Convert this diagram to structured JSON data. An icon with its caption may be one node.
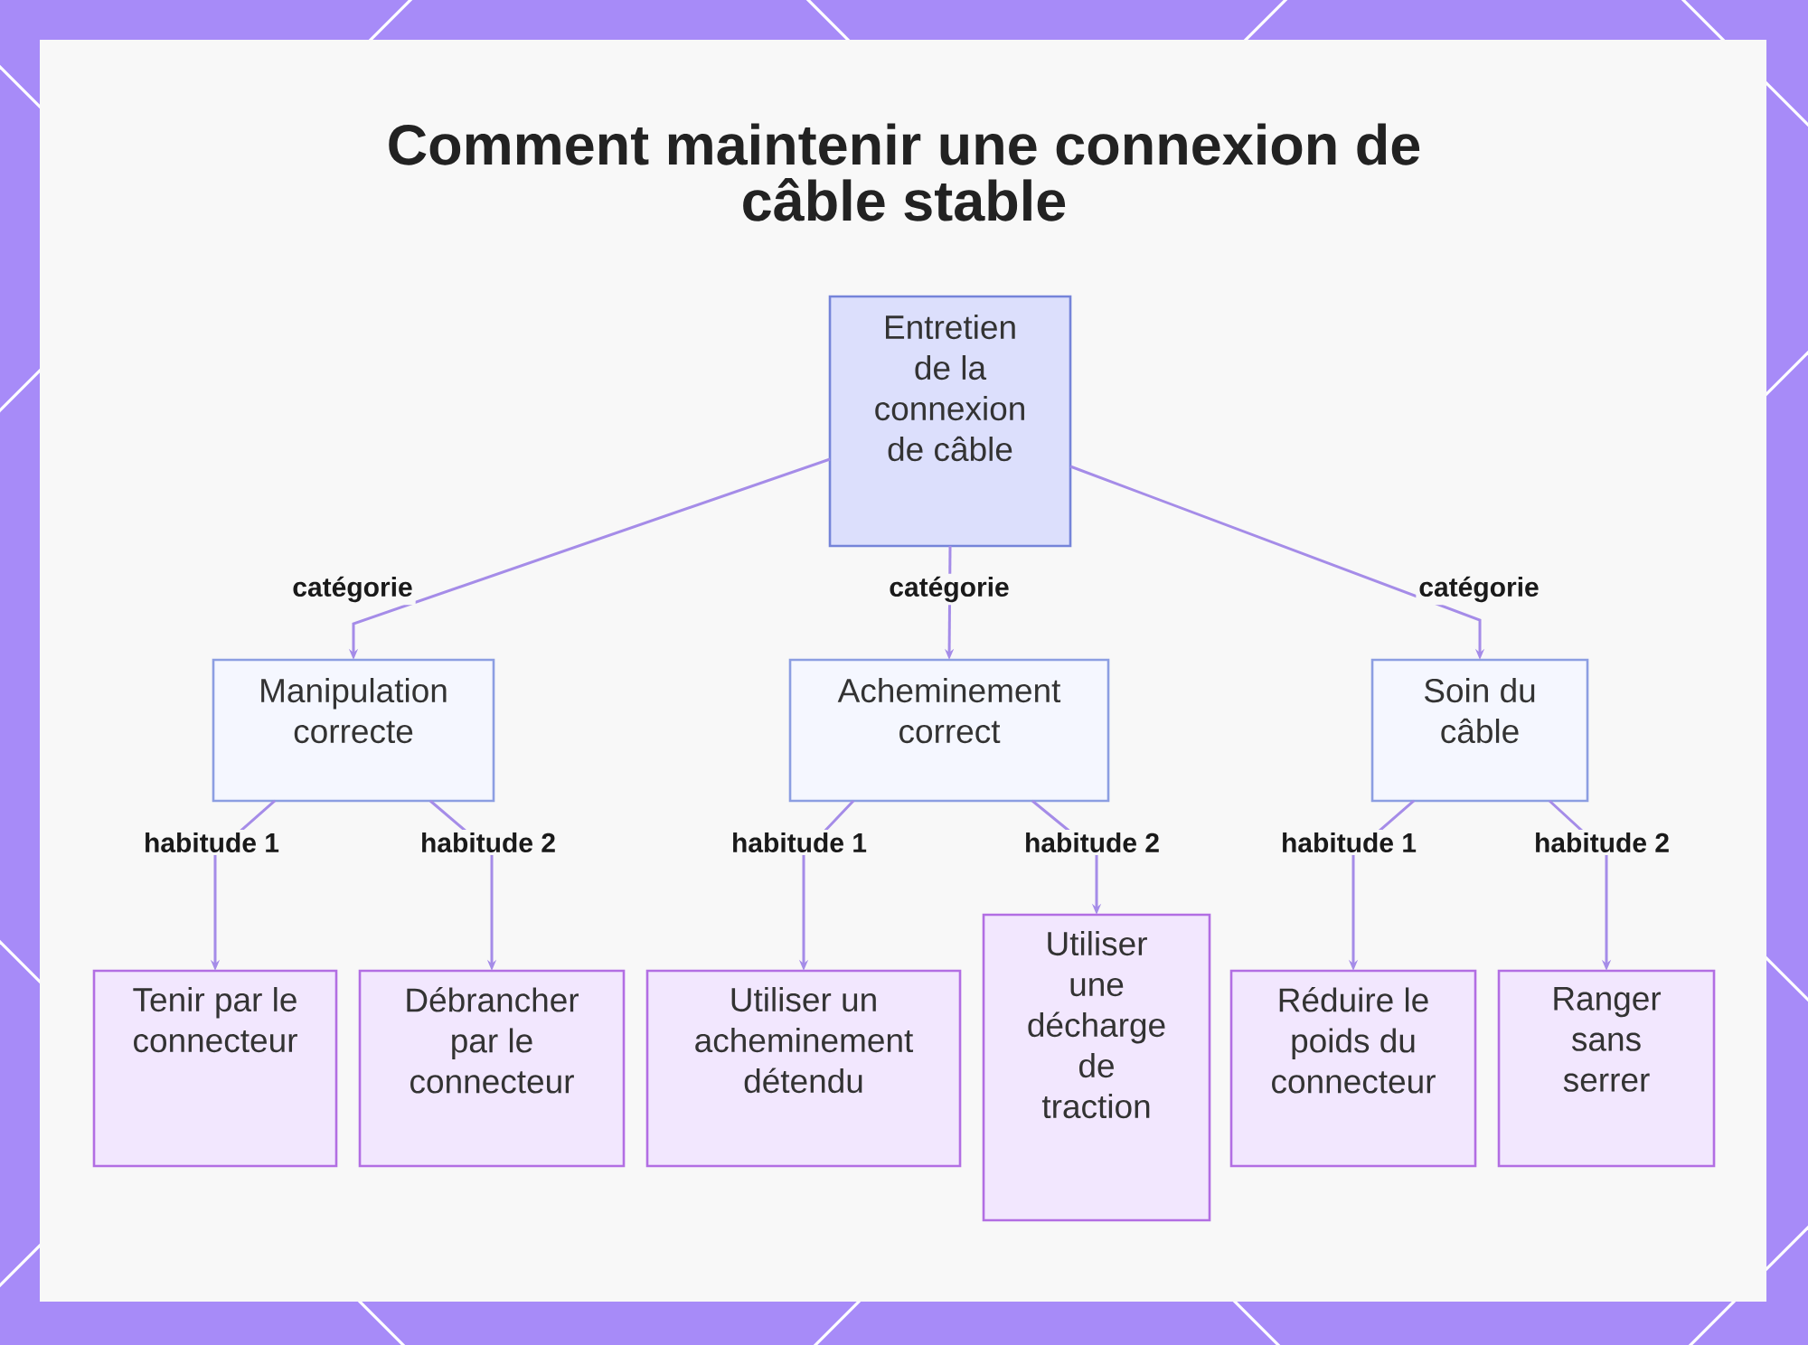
{
  "diagram": {
    "title": "Comment maintenir une connexion de câble stable",
    "nodes": [
      {
        "text": [
          "Entretien de la connexion de câble"
        ]
      },
      {
        "text": [
          "Manipulation correcte"
        ]
      },
      {
        "text": [
          "Acheminement correct"
        ]
      },
      {
        "text": [
          "Soin du câble"
        ]
      },
      {
        "text": [
          "Tenir par le connecteur"
        ]
      },
      {
        "text": [
          "Débrancher par le connecteur"
        ]
      },
      {
        "text": [
          "Utiliser un acheminement détendu"
        ]
      },
      {
        "text": [
          "Utiliser une décharge de traction"
        ]
      },
      {
        "text": [
          "Réduire le poids du connecteur"
        ]
      },
      {
        "text": [
          "Ranger sans serrer"
        ]
      }
    ],
    "edges": [
      {
        "from": 0,
        "to": 1,
        "arrow": "to",
        "label": "catégorie"
      },
      {
        "from": 0,
        "to": 2,
        "arrow": "to",
        "label": "catégorie"
      },
      {
        "from": 0,
        "to": 3,
        "arrow": "to",
        "label": "catégorie"
      },
      {
        "from": 1,
        "to": 4,
        "arrow": "to",
        "label": "habitude 1"
      },
      {
        "from": 1,
        "to": 5,
        "arrow": "to",
        "label": "habitude 2"
      },
      {
        "from": 2,
        "to": 6,
        "arrow": "to",
        "label": "habitude 1"
      },
      {
        "from": 2,
        "to": 7,
        "arrow": "to",
        "label": "habitude 2"
      },
      {
        "from": 3,
        "to": 8,
        "arrow": "to",
        "label": "habitude 1"
      },
      {
        "from": 3,
        "to": 9,
        "arrow": "to",
        "label": "habitude 2"
      }
    ]
  }
}
